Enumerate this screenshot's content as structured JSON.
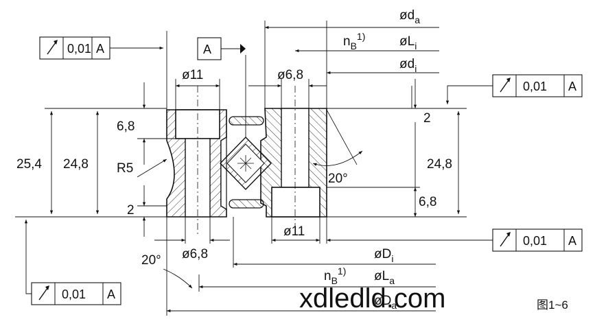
{
  "colors": {
    "line": "#111111",
    "hatch": "#333333",
    "background": "#ffffff"
  },
  "tolerance_frames": [
    {
      "symbol": "circular-runout-arrow",
      "value": "0,01",
      "datum": "A"
    },
    {
      "symbol": "circular-runout-arrow",
      "value": "0,01",
      "datum": "A"
    },
    {
      "symbol": "circular-runout-arrow",
      "value": "0,01",
      "datum": "A"
    },
    {
      "symbol": "circular-runout-arrow",
      "value": "0,01",
      "datum": "A"
    }
  ],
  "datum_label": "A",
  "dimensions": {
    "hole_outer_top": "ø11",
    "hole_inner_top": "ø6,8",
    "hole_outer_bottom": "ø6,8",
    "hole_inner_bottom": "ø11",
    "height_total": "25,4",
    "height_outer_ring": "24,8",
    "height_inner_ring": "24,8",
    "counterbore_outer": "6,8",
    "counterbore_inner": "6,8",
    "step_top": "2",
    "step_bottom": "2",
    "radius": "R5",
    "angle_inner": "20°",
    "angle_outer": "20°"
  },
  "right_labels": {
    "da": "ød",
    "da_sub": "a",
    "nB": "n",
    "nB_sub": "B",
    "nB_sup": "1)",
    "Li": "øL",
    "Li_sub": "i",
    "di": "ød",
    "di_sub": "i"
  },
  "bottom_labels": {
    "Di": "øD",
    "Di_sub": "i",
    "nB": "n",
    "nB_sub": "B",
    "nB_sup": "1)",
    "La": "øL",
    "La_sub": "a",
    "Da": "øD",
    "Da_sub": "a"
  },
  "watermark": "xdledld.com",
  "figure_label": "图1~6"
}
